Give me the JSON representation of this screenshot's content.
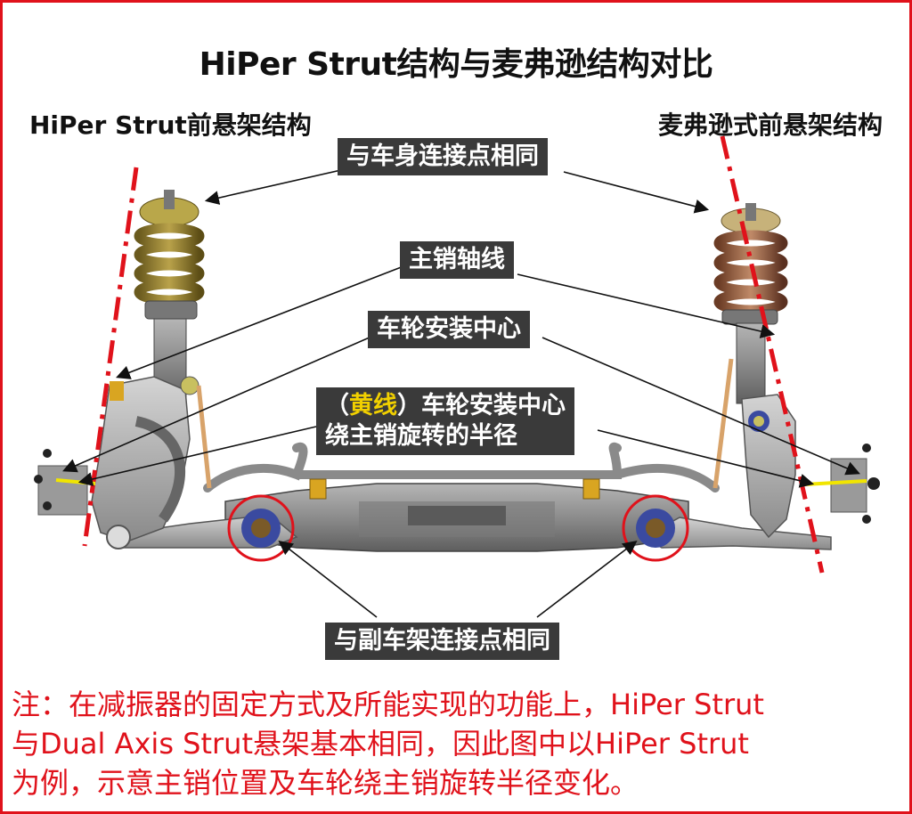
{
  "title": "HiPer Strut结构与麦弗逊结构对比",
  "left_label": "HiPer Strut前悬架结构",
  "right_label": "麦弗逊式前悬架结构",
  "callouts": {
    "body_mount": "与车身连接点相同",
    "kingpin_axis": "主销轴线",
    "wheel_center": "车轮安装中心",
    "radius_open": "（",
    "radius_highlight": "黄线",
    "radius_close": "）车轮安装中心",
    "radius_line2": "绕主销旋转的半径",
    "subframe_mount": "与副车架连接点相同"
  },
  "note": {
    "line1": "注：在减振器的固定方式及所能实现的功能上，HiPer Strut",
    "line2": "与Dual Axis Strut悬架基本相同，因此图中以HiPer Strut",
    "line3": "为例，示意主销位置及车轮绕主销旋转半径变化。"
  },
  "colors": {
    "frame": "#e0121b",
    "note_text": "#e0121b",
    "callout_bg": "#3a3a3a",
    "highlight": "#f1d000",
    "axis_dash": "#e0121b",
    "radius_line": "#f1e500"
  }
}
